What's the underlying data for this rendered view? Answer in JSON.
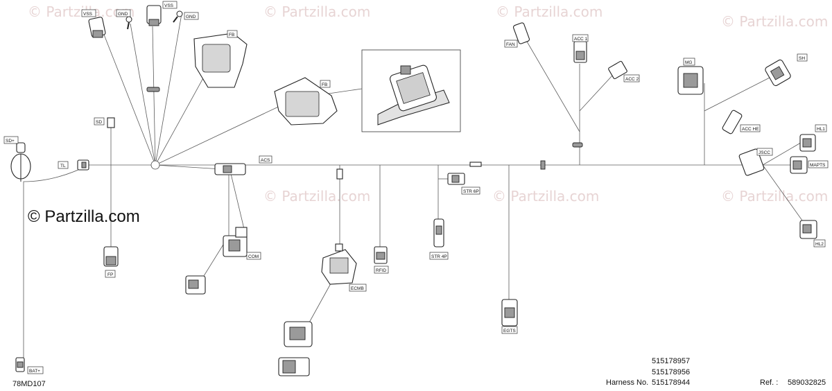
{
  "brand": {
    "watermark_text": "© Partzilla.com",
    "main_text": "© Partzilla.com"
  },
  "connectors": {
    "vss_left": "VSS",
    "gnd_left": "GND",
    "vss_right": "VSS",
    "gnd_right": "GND",
    "fb_top": "FB",
    "fb_mid": "FB",
    "sd": "SD",
    "sd_plus": "SD+",
    "tl": "TL",
    "acs": "ACS",
    "fp": "FP",
    "com": "COM",
    "ecmb": "ECMB",
    "rfid": "RFID",
    "str_6p": "STR 6P",
    "str_4p": "STR 4P",
    "egts": "EGTS",
    "fan": "FAN",
    "acc1": "ACC 1",
    "acc2": "ACC 2",
    "mg": "MG",
    "sh": "SH",
    "acc_he": "ACC HE",
    "jscc": "JSCC",
    "hl1": "HL1",
    "hl2": "HL2",
    "mapts": "MAPTS",
    "bat_plus": "BAT+"
  },
  "footer": {
    "drawing_code": "78MD107",
    "harness_label": "Harness No.",
    "part_1": "515178957",
    "part_2": "515178956",
    "part_3": "515178944",
    "ref_label": "Ref. :",
    "ref_number": "589032825"
  }
}
